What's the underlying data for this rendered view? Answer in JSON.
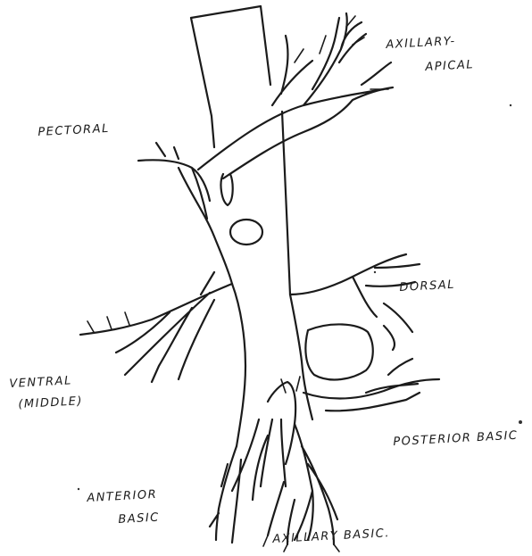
{
  "diagram": {
    "labels": {
      "axillary_apical_1": "AXILLARY-",
      "axillary_apical_2": "APICAL",
      "pectoral": "PECTORAL",
      "dorsal": "DORSAL",
      "ventral_1": "VENTRAL",
      "ventral_2": "(MIDDLE)",
      "posterior_basic": "POSTERIOR BASIC",
      "anterior_basic_1": "ANTERIOR",
      "anterior_basic_2": "BASIC",
      "axillary_basic": "AXILLARY BASIC."
    }
  }
}
